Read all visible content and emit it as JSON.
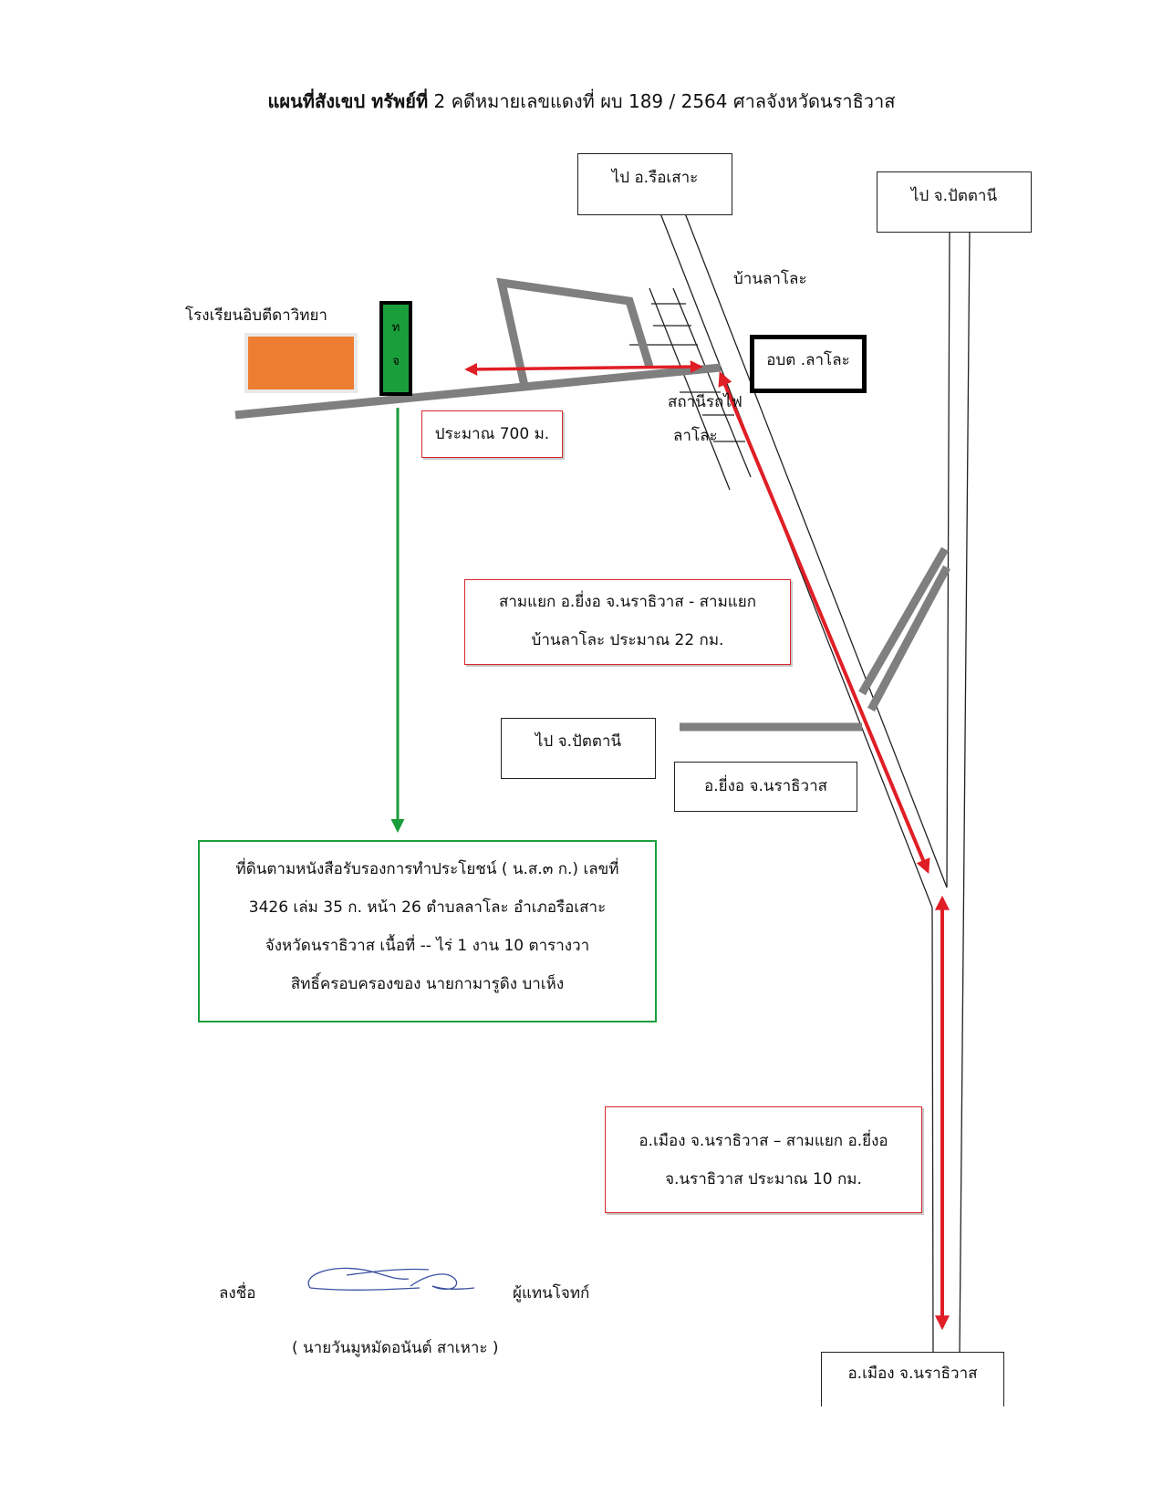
{
  "title": {
    "bold": "แผนที่สังเขป ทรัพย์ที่",
    "rest": " 2 คดีหมายเลขแดงที่  ผบ 189 / 2564  ศาลจังหวัดนราธิวาส"
  },
  "places": {
    "to_rueso": "ไป  อ.รือเสาะ",
    "to_pattani_top": "ไป  จ.ปัตตานี",
    "ban_lalo": "บ้านลาโละ",
    "school": "โรงเรียนอิบตีดาวิทยา",
    "obt_lalo": "อบต .ลาโละ",
    "station_line1": "สถานีรถไฟ",
    "station_line2": "ลาโละ",
    "to_pattani_mid": "ไป  จ.ปัตตานี",
    "yingo": "อ.ยี่งอ  จ.นราธิวาส",
    "mueang": "อ.เมือง  จ.นราธิวาส"
  },
  "plot_marker": {
    "char1": "ท",
    "char2": "จ"
  },
  "distances": {
    "d700": "ประมาณ 700 ม.",
    "d22_line1": "สามแยก  อ.ยี่งอ  จ.นราธิวาส  - สามแยก",
    "d22_line2": "บ้านลาโละ  ประมาณ 22 กม.",
    "d10_line1": "อ.เมือง  จ.นราธิวาส –  สามแยก   อ.ยี่งอ",
    "d10_line2": "จ.นราธิวาส   ประมาณ 10 กม."
  },
  "land": {
    "line1": "ที่ดินตามหนังสือรับรองการทำประโยชน์ ( น.ส.๓ ก.)   เลขที่",
    "line2": "3426   เล่ม  35 ก.  หน้า 26 ตำบลลาโละ  อำเภอรือเสาะ",
    "line3": "จังหวัดนราธิวาส  เนื้อที่ -- ไร่  1 งาน  10  ตารางวา",
    "line4": "สิทธิ์ครอบครองของ นายกามารูดิง  บาเห็ง"
  },
  "signature": {
    "label": "ลงชื่อ",
    "role": "ผู้แทนโจทก์",
    "name": "( นายวันมูหมัดอนันต์  สาเหาะ )"
  },
  "colors": {
    "route_red": "#e01e26",
    "plot_green": "#1a9e3c",
    "road_gray": "#7f7f7f",
    "school_orange": "#ed7d31",
    "signature_blue": "#3a4fa0"
  }
}
